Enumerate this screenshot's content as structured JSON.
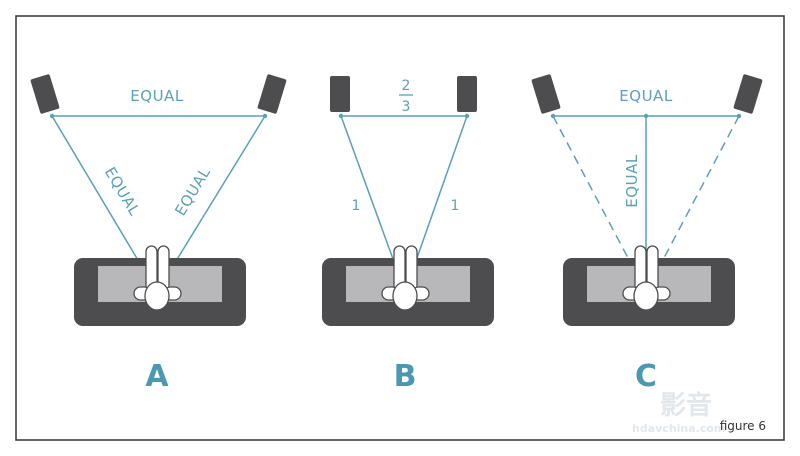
{
  "colors": {
    "accent": "#5aa0b8",
    "speaker": "#4d4d4f",
    "sofa_dark": "#4d4d4f",
    "sofa_light": "#b8b8ba",
    "frame": "#333333"
  },
  "panels": [
    {
      "letter": "A",
      "top_label": "EQUAL",
      "left_label": "EQUAL",
      "right_label": "EQUAL"
    },
    {
      "letter": "B",
      "fraction_numerator": "2",
      "fraction_denominator": "3",
      "left_label": "1",
      "right_label": "1"
    },
    {
      "letter": "C",
      "top_label": "EQUAL",
      "center_label": "EQUAL"
    }
  ],
  "caption": "figure 6",
  "watermark": {
    "main": "影音",
    "sub": "hdavchina.com"
  }
}
